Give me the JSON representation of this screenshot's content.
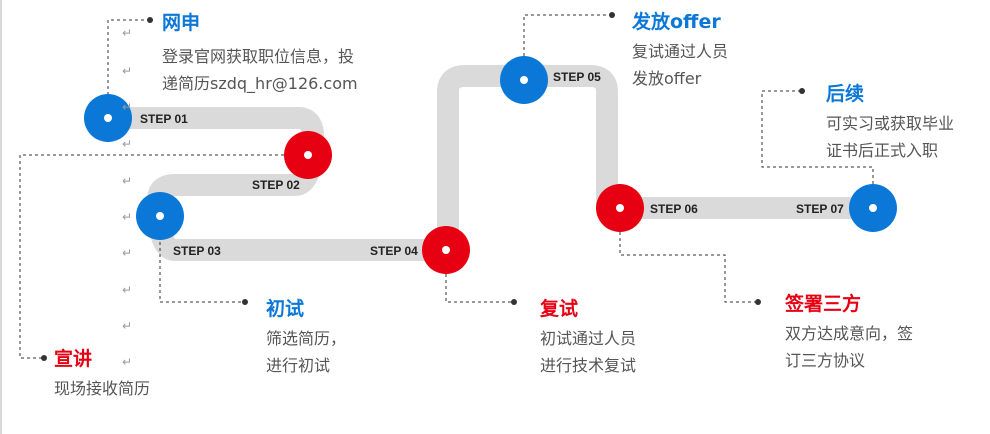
{
  "colors": {
    "blue": "#0b78d8",
    "red": "#e60012",
    "path": "#dadada",
    "text": "#555555",
    "dash": "#333333"
  },
  "paragraph_mark": "↵",
  "steps": [
    {
      "label": "STEP 01",
      "color": "blue"
    },
    {
      "label": "STEP 02",
      "color": "red"
    },
    {
      "label": "STEP 03",
      "color": "blue"
    },
    {
      "label": "STEP 04",
      "color": "red"
    },
    {
      "label": "STEP 05",
      "color": "blue"
    },
    {
      "label": "STEP 06",
      "color": "red"
    },
    {
      "label": "STEP 07",
      "color": "blue"
    }
  ],
  "stages": [
    {
      "title": "网申",
      "lines": [
        "登录官网获取职位信息，投",
        "递简历szdq_hr@126.com"
      ]
    },
    {
      "title": "宣讲",
      "lines": [
        "现场接收简历"
      ]
    },
    {
      "title": "初试",
      "lines": [
        "筛选简历，",
        "进行初试"
      ]
    },
    {
      "title": "复试",
      "lines": [
        "初试通过人员",
        "进行技术复试"
      ]
    },
    {
      "title": "发放offer",
      "lines": [
        "复试通过人员",
        "发放offer"
      ]
    },
    {
      "title": "签署三方",
      "lines": [
        "双方达成意向，签",
        "订三方协议"
      ]
    },
    {
      "title": "后续",
      "lines": [
        "可实习或获取毕业",
        "证书后正式入职"
      ]
    }
  ]
}
